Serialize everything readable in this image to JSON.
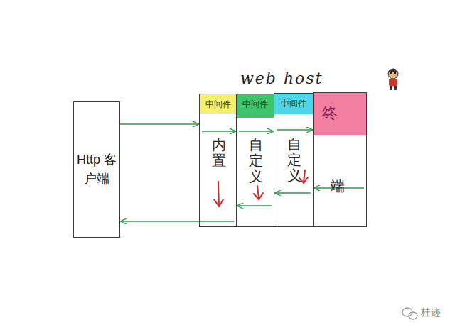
{
  "diagram": {
    "nodes": [
      {
        "text": [
          "Http 客户端"
        ]
      },
      {
        "text": [
          "web host"
        ]
      },
      {
        "text": [
          "中间件",
          "内置"
        ],
        "in": 1
      },
      {
        "text": [
          "中间件",
          "自定义"
        ],
        "in": 1
      },
      {
        "text": [
          "中间件",
          "自定义"
        ],
        "in": 1
      },
      {
        "text": [
          "终",
          "端"
        ],
        "in": 1
      }
    ],
    "edges": [
      {
        "from": 0,
        "to": 2,
        "arrow": "to"
      },
      {
        "from": 2,
        "to": 3,
        "arrow": "to"
      },
      {
        "from": 3,
        "to": 4,
        "arrow": "to"
      },
      {
        "from": 4,
        "to": 5,
        "arrow": "to"
      },
      {
        "from": 5,
        "to": 4,
        "arrow": "to"
      },
      {
        "from": 4,
        "to": 3,
        "arrow": "to"
      },
      {
        "from": 3,
        "to": 2,
        "arrow": "to"
      },
      {
        "from": 2,
        "to": 0,
        "arrow": "to"
      }
    ],
    "labels": [
      "桂迹"
    ]
  }
}
